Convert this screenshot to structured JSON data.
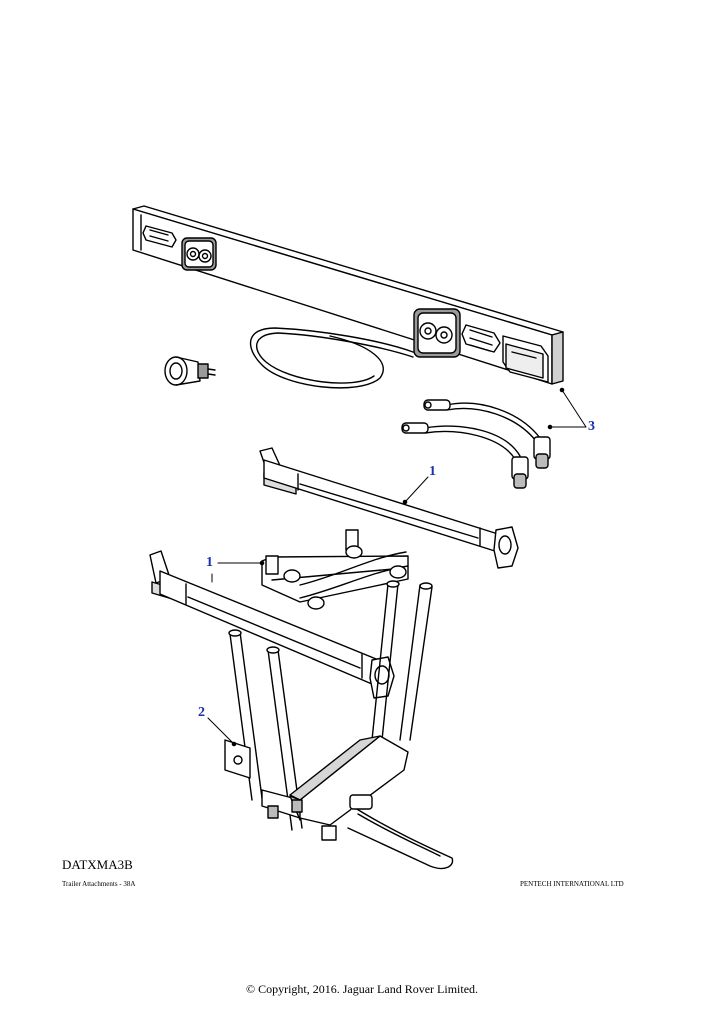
{
  "drawing_code": "DATXMA3B",
  "caption_left": "Trailer Attachments - 38A",
  "caption_right": "PENTECH INTERNATIONAL LTD",
  "copyright": "© Copyright, 2016. Jaguar Land Rover Limited.",
  "callouts": {
    "c1a": "1",
    "c1b": "1",
    "c2": "2",
    "c3": "3"
  },
  "colors": {
    "callout": "#1a2fb0",
    "line": "#000000",
    "shade": "#bdbdbd"
  }
}
